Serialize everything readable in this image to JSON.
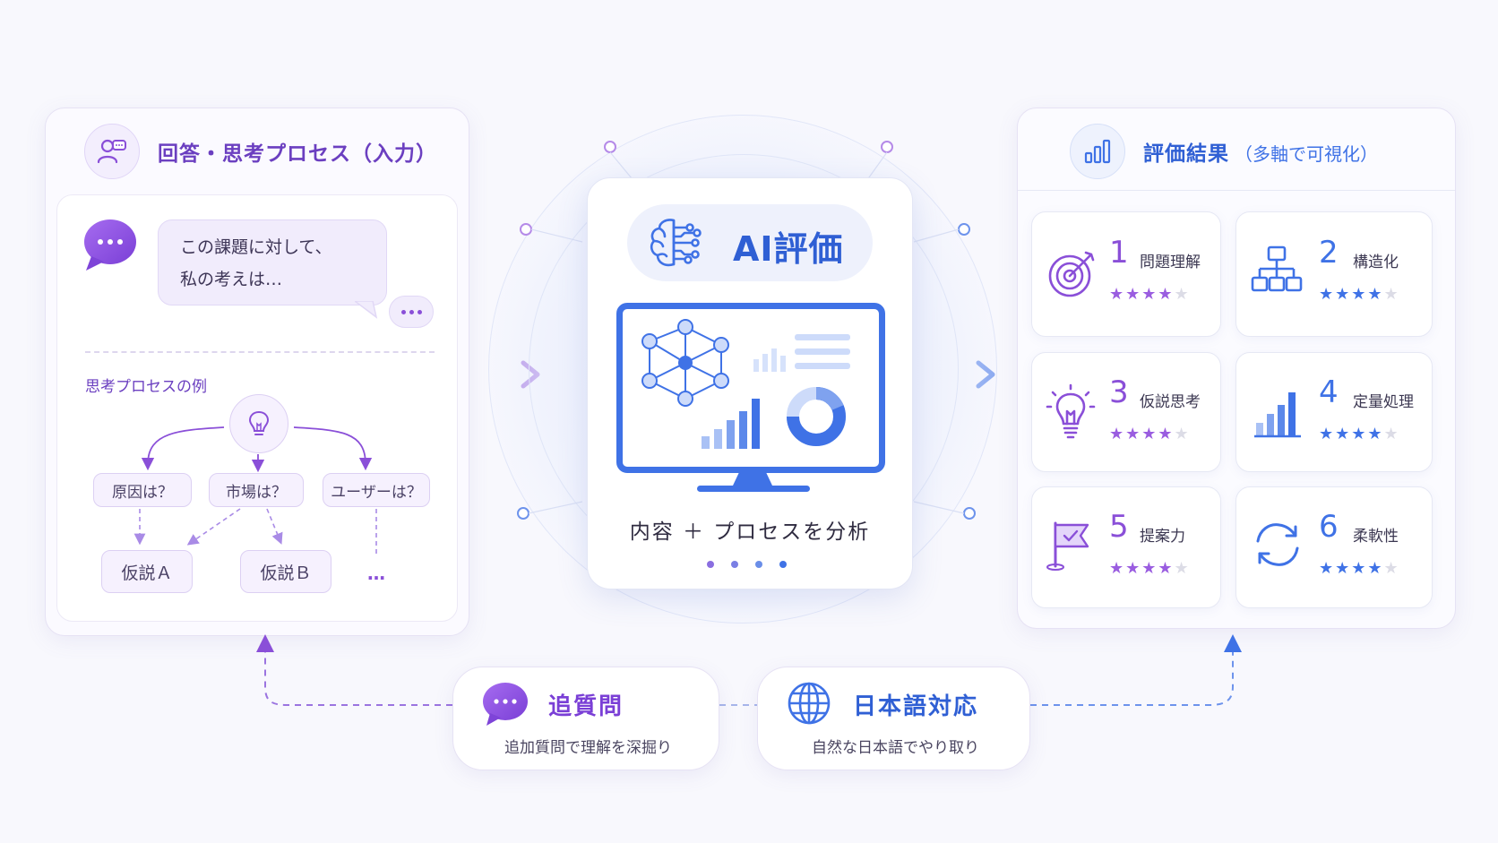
{
  "left_panel": {
    "title": "回答・思考プロセス（入力）",
    "bubble_line1": "この課題に対して、",
    "bubble_line2": "私の考えは…",
    "example_label": "思考プロセスの例",
    "branches": [
      "原因は？",
      "市場は？",
      "ユーザーは？"
    ],
    "hypotheses": [
      "仮説Ａ",
      "仮説Ｂ"
    ],
    "more": "…"
  },
  "center": {
    "title": "AI評価",
    "caption": "内容 ＋ プロセスを分析"
  },
  "right_panel": {
    "title": "評価結果",
    "subtitle": "（多軸で可視化）",
    "metrics": [
      {
        "num": "1",
        "label": "問題理解",
        "rating": 4,
        "max": 5,
        "icon": "target-icon"
      },
      {
        "num": "2",
        "label": "構造化",
        "rating": 4,
        "max": 5,
        "icon": "hierarchy-icon"
      },
      {
        "num": "3",
        "label": "仮説思考",
        "rating": 4,
        "max": 5,
        "icon": "lightbulb-icon"
      },
      {
        "num": "4",
        "label": "定量処理",
        "rating": 4,
        "max": 5,
        "icon": "bar-chart-icon"
      },
      {
        "num": "5",
        "label": "提案力",
        "rating": 4,
        "max": 5,
        "icon": "flag-icon"
      },
      {
        "num": "6",
        "label": "柔軟性",
        "rating": 4,
        "max": 5,
        "icon": "cycle-arrows-icon"
      }
    ]
  },
  "bottom": {
    "followup_title": "追質問",
    "followup_sub": "追加質問で理解を深掘り",
    "japanese_title": "日本語対応",
    "japanese_sub": "自然な日本語でやり取り"
  },
  "colors": {
    "purple": "#8a4fd8",
    "purple_dark": "#6b3fc0",
    "blue": "#3f72e6",
    "blue_dark": "#2f5fd4"
  }
}
